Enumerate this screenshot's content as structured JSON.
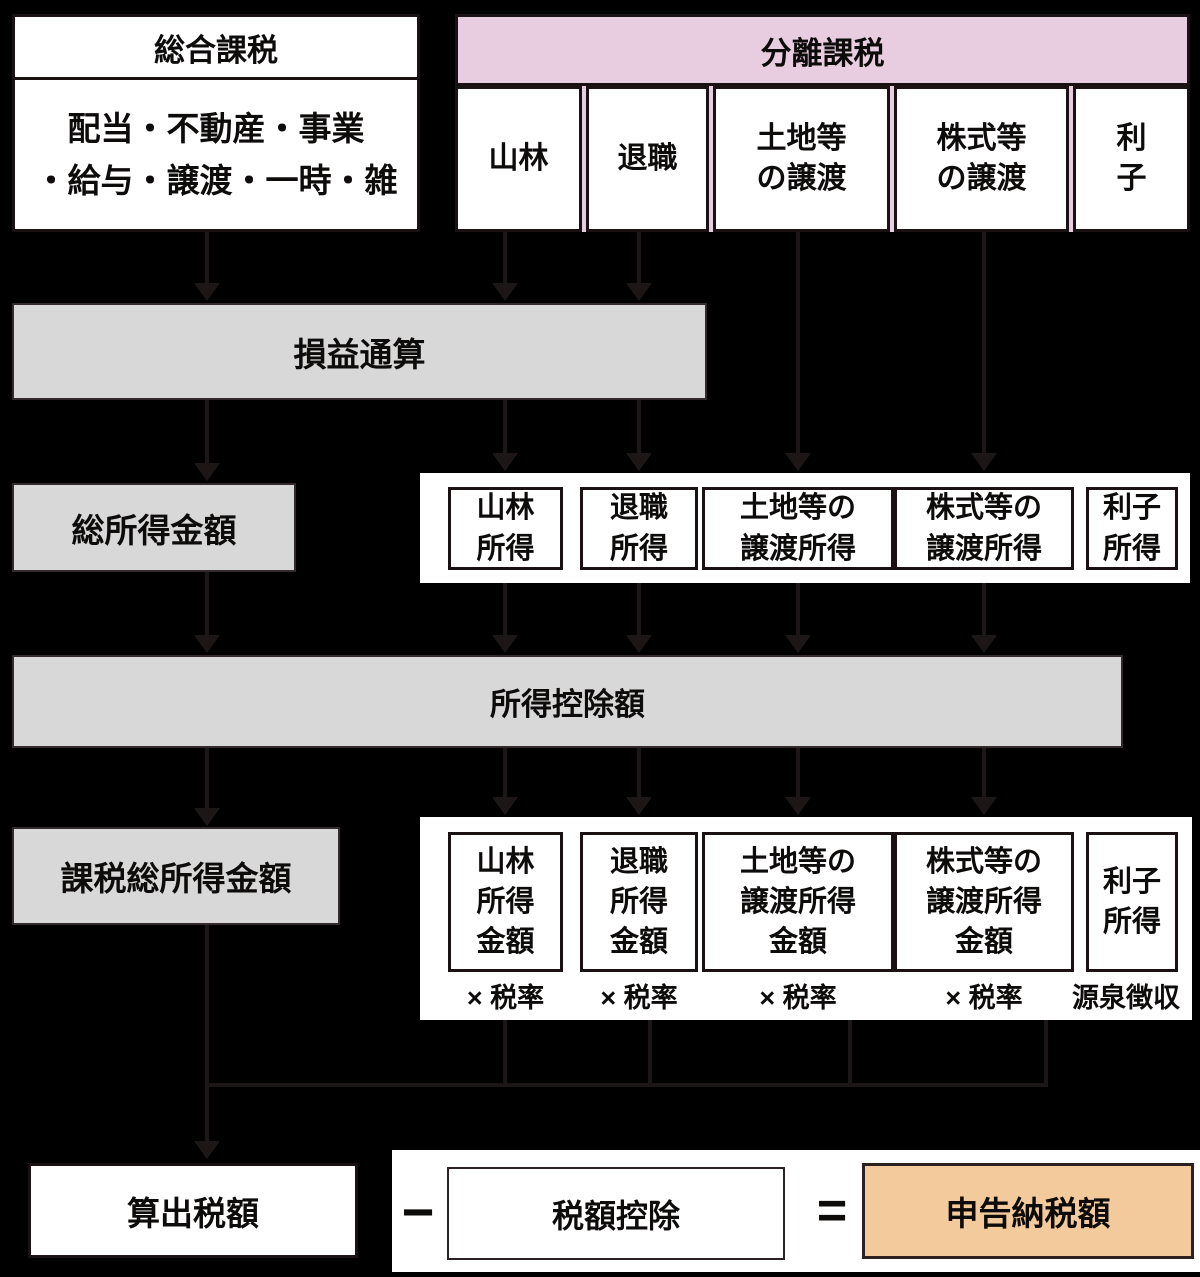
{
  "colors": {
    "pink": "#e8cde1",
    "gray": "#d8d8d8",
    "orange": "#f2ca9b",
    "background": "#000000"
  },
  "row1": {
    "comprehensive": {
      "header": "総合課税",
      "body": "配当・不動産・事業\n・給与・譲渡・一時・雑"
    },
    "separate": {
      "header": "分離課税",
      "columns": [
        {
          "label": "山林"
        },
        {
          "label": "退職"
        },
        {
          "label": "土地等\nの譲渡"
        },
        {
          "label": "株式等\nの譲渡"
        },
        {
          "label": "利\n子"
        }
      ]
    }
  },
  "aggregation": {
    "label": "損益通算"
  },
  "gross_income": {
    "label": "総所得金額"
  },
  "income_boxes": [
    {
      "label": "山林\n所得"
    },
    {
      "label": "退職\n所得"
    },
    {
      "label": "土地等の\n譲渡所得"
    },
    {
      "label": "株式等の\n譲渡所得"
    },
    {
      "label": "利子\n所得"
    }
  ],
  "deduction": {
    "label": "所得控除額"
  },
  "taxable_income": {
    "label": "課税総所得金額"
  },
  "amount_boxes": [
    {
      "label": "山林\n所得\n金額",
      "note": "× 税率"
    },
    {
      "label": "退職\n所得\n金額",
      "note": "× 税率"
    },
    {
      "label": "土地等の\n譲渡所得\n金額",
      "note": "× 税率"
    },
    {
      "label": "株式等の\n譲渡所得\n金額",
      "note": "× 税率"
    },
    {
      "label": "利子\n所得",
      "note": "源泉徴収"
    }
  ],
  "result": {
    "calculated_tax": "算出税額",
    "minus_sign": "−",
    "tax_credit": "税額控除",
    "equals_sign": "=",
    "final_tax": "申告納税額"
  }
}
